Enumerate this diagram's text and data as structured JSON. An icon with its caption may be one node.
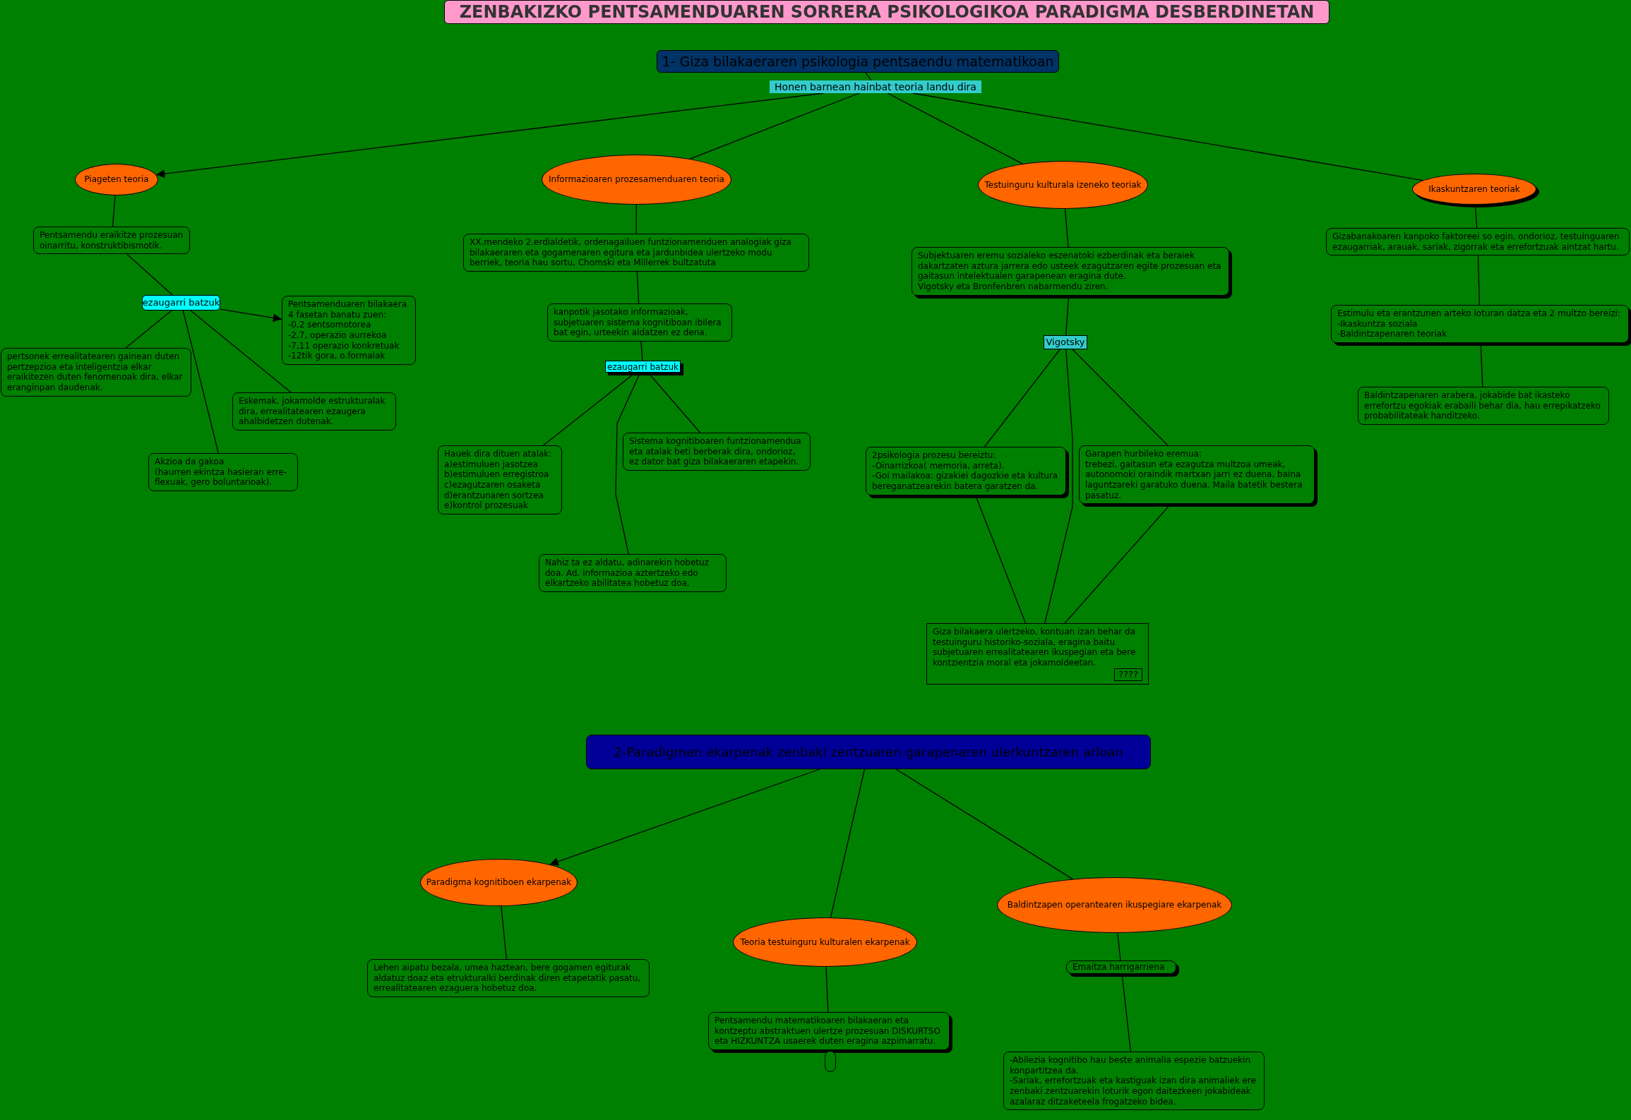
{
  "diagram": {
    "title": "ZENBAKIZKO PENTSAMENDUAREN SORRERA PSIKOLOGIKOA PARADIGMA DESBERDINETAN",
    "nodes": [
      {
        "text": [
          "1- Giza bilakaeraren psikologia pentsaendu matematikoan"
        ]
      },
      {
        "text": [
          "Honen barnean hainbat teoria landu dira"
        ]
      },
      {
        "text": [
          "Piageten teoria"
        ]
      },
      {
        "text": [
          "Informazioaren prozesamenduaren teoria"
        ]
      },
      {
        "text": [
          "Testuinguru kulturala izeneko teoriak"
        ]
      },
      {
        "text": [
          "Ikaskuntzaren teoriak"
        ]
      },
      {
        "text": [
          "Pentsamendu eraikitze prozesuan oinarritu, konstruktibismotik."
        ]
      },
      {
        "text": [
          "ezaugarri batzuk"
        ]
      },
      {
        "text": [
          "Pentsamenduaren bilakaera 4 fasetan banatu zuen:",
          "-0,2 sentsomotorea",
          "-2,7, operazio aurrekoa",
          "-7,11 operazio konkretuak",
          "-12tik gora, o.formalak"
        ]
      },
      {
        "text": [
          "pertsonek errealitatearen gainean duten pertzepzioa eta inteligentzia elkar eraikitezen duten fenomenoak dira, elkar eranginpan daudenak."
        ]
      },
      {
        "text": [
          "Eskemak, jokamolde estrukturalak dira, errealitatearen ezaugera ahalbidetzen dutenak."
        ]
      },
      {
        "text": [
          "Akzioa da gakoa",
          "(haurren ekintza hasieran erre- flexuak, gero boluntarioak)."
        ]
      },
      {
        "text": [
          "XX.mendeko 2.erdialdetik, ordenagailuen funtzionamenduen analogiak giza bilakaeraren eta gogamenaren egitura eta jardunbidea ulertzeko modu berriek, teoria hau sortu, Chomski eta Millerrek bultzatuta"
        ]
      },
      {
        "text": [
          "kanpotik jasotako informazioak, subjetuaren sistema kognitiboan ibilera bat egin, urteekin aldatzen ez dena."
        ]
      },
      {
        "text": [
          "ezaugarri batzuk"
        ]
      },
      {
        "text": [
          "Hauek dira dituen atalak:",
          "a)estimuluen jasotzea",
          "b)estimuluen erregistroa",
          "c)ezagutzaren osaketa",
          "d)erantzunaren sortzea",
          "e)kontrol prozesuak"
        ]
      },
      {
        "text": [
          "Sistema kognitiboaren funtzionamendua eta atalak beti berberak dira, ondorioz, ez dator bat giza bilakaeraren etapekin."
        ]
      },
      {
        "text": [
          "Nahiz ta ez aldatu, adinarekin hobetuz doa. Ad. informazioa aztertzeko edo elkartzeko abilitatea hobetuz doa."
        ]
      },
      {
        "text": [
          "Subjektuaren eremu sozialeko eszenatoki ezberdinak eta beraiek dakartzaten aztura jarrera edo usteek ezagutzaren egite prozesuan eta gaitasun intelektualen garapenean eragina dute.",
          "Vigotsky eta Bronfenbren nabarmendu ziren."
        ]
      },
      {
        "text": [
          "Vigotsky"
        ]
      },
      {
        "text": [
          "2psikologia prozesu bereiztu:",
          "-Oinarrizkoa( memoria, arreta).",
          "-Goi mailakoa: gizakiei dagozkie eta kultura bereganatzearekin batera garatzen da."
        ]
      },
      {
        "text": [
          "Garapen hurbileko eremua:",
          "trebezi, gaitasun eta ezagutza multzoa umeak, autonomoki oraindik martxan jarri ez duena, baina laguntzareki garatuko duena. Maila batetik bestera pasatuz."
        ]
      },
      {
        "text": [
          "Giza bilakaera ulertzeko, kontuan izan behar da testuinguru historiko-soziala, eragina baitu subjetuaren errealitatearen ikuspegian eta bere kontzientzia moral eta jokamoldeetan."
        ]
      },
      {
        "text": [
          "????"
        ],
        "in": 22
      },
      {
        "text": [
          "Gizabanakoaren kanpoko faktoreei so egin, ondorioz, testuinguaren ezaugarriak, arauak, sariak, zigorrak eta errefortzuak aintzat hartu."
        ]
      },
      {
        "text": [
          "Estimulu eta erantzunen arteko loturan datza eta 2 multzo bereizi:",
          "-Ikaskuntza soziala",
          "-Baldintzapenaren teoriak"
        ]
      },
      {
        "text": [
          "Baldintzapenaren arabera, jokabide bat ikasteko errefortzu egokiak erabaili behar dia, hau errepikatzeko probabilitateak handitzeko."
        ]
      },
      {
        "text": [
          "2-Paradigmen ekarpenak zenbaki zentzuaren garapenaren ulerkuntzaren arloan"
        ]
      },
      {
        "text": [
          "Paradigma kognitiboen ekarpenak"
        ]
      },
      {
        "text": [
          "Teoria testuinguru kulturalen ekarpenak"
        ]
      },
      {
        "text": [
          "Baldintzapen operantearen ikuspegiare ekarpenak"
        ]
      },
      {
        "text": [
          "Lehen aipatu bezala, umea haztean, bere gogamen egiturak aldatuz doaz eta etrukturalki berdinak diren etapetatik pasatu, errealitatearen ezaguera hobetuz doa."
        ]
      },
      {
        "text": [
          "Pentsamendu matematikoaren bilakaeran eta kontzeptu abstraktuen ulertze prozesuan DISKURTSO eta HIZKUNTZA usaerek duten eragina azpimarratu."
        ]
      },
      {
        "text": [],
        "shape": "box"
      },
      {
        "text": [
          "Emaitza harrigarriena"
        ]
      },
      {
        "text": [
          "-Abilezia kognitibo hau beste animalia espezie batzuekin konpartitzea da.",
          "-Sariak, errefortzuak eta kastiguak izan dira animaliek ere zenbaki zentzuarekin loturik egon daitezkeen jokabideak azalaraz ditzaketeela frogatzeko bidea."
        ]
      }
    ],
    "edges": [
      {
        "from": 0,
        "to": 1,
        "arrow": "none"
      },
      {
        "from": 1,
        "to": 2,
        "arrow": "to"
      },
      {
        "from": 1,
        "to": 3,
        "arrow": "none"
      },
      {
        "from": 1,
        "to": 4,
        "arrow": "none"
      },
      {
        "from": 1,
        "to": 5,
        "arrow": "none"
      },
      {
        "from": 2,
        "to": 6,
        "arrow": "none"
      },
      {
        "from": 6,
        "to": 7,
        "arrow": "none"
      },
      {
        "from": 7,
        "to": 8,
        "arrow": "to"
      },
      {
        "from": 7,
        "to": 9,
        "arrow": "none"
      },
      {
        "from": 7,
        "to": 10,
        "arrow": "none"
      },
      {
        "from": 7,
        "to": 11,
        "arrow": "none"
      },
      {
        "from": 3,
        "to": 12,
        "arrow": "none"
      },
      {
        "from": 12,
        "to": 13,
        "arrow": "none"
      },
      {
        "from": 13,
        "to": 14,
        "arrow": "none"
      },
      {
        "from": 14,
        "to": 15,
        "arrow": "none"
      },
      {
        "from": 14,
        "to": 16,
        "arrow": "none"
      },
      {
        "from": 14,
        "to": 17,
        "arrow": "none"
      },
      {
        "from": 4,
        "to": 18,
        "arrow": "none"
      },
      {
        "from": 18,
        "to": 19,
        "arrow": "none"
      },
      {
        "from": 19,
        "to": 20,
        "arrow": "none"
      },
      {
        "from": 19,
        "to": 21,
        "arrow": "none"
      },
      {
        "from": 19,
        "to": 22,
        "arrow": "none"
      },
      {
        "from": 20,
        "to": 22,
        "arrow": "none"
      },
      {
        "from": 21,
        "to": 22,
        "arrow": "none"
      },
      {
        "from": 5,
        "to": 24,
        "arrow": "none"
      },
      {
        "from": 24,
        "to": 25,
        "arrow": "none"
      },
      {
        "from": 25,
        "to": 26,
        "arrow": "none"
      },
      {
        "from": 27,
        "to": 28,
        "arrow": "to"
      },
      {
        "from": 27,
        "to": 29,
        "arrow": "none"
      },
      {
        "from": 27,
        "to": 30,
        "arrow": "none"
      },
      {
        "from": 28,
        "to": 31,
        "arrow": "none"
      },
      {
        "from": 29,
        "to": 32,
        "arrow": "none"
      },
      {
        "from": 30,
        "to": 34,
        "arrow": "none"
      },
      {
        "from": 34,
        "to": 35,
        "arrow": "none"
      }
    ]
  }
}
